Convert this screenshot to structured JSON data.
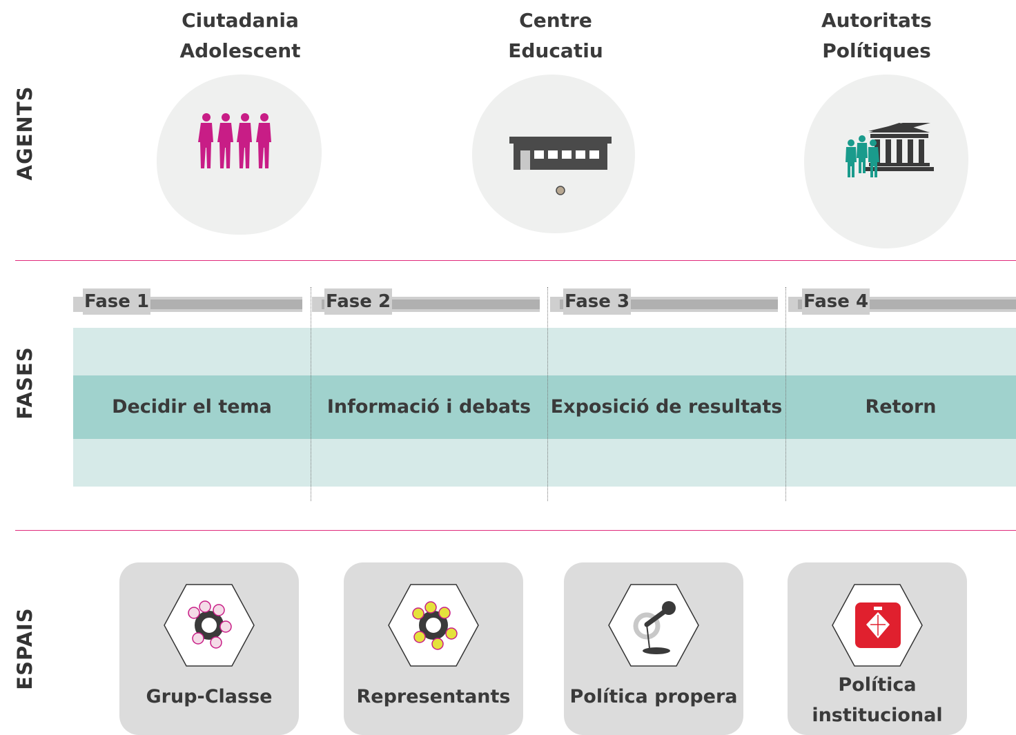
{
  "sections": {
    "agents": "AGENTS",
    "fases": "FASES",
    "espais": "ESPAIS"
  },
  "agents": [
    {
      "line1": "Ciutadania",
      "line2": "Adolescent",
      "icon": "teenagers-icon"
    },
    {
      "line1": "Centre",
      "line2": "Educatiu",
      "icon": "school-building-icon"
    },
    {
      "line1": "Autoritats",
      "line2": "Polítiques",
      "icon": "government-building-icon"
    }
  ],
  "phases": [
    {
      "label": "Fase 1",
      "name": "Decidir el tema"
    },
    {
      "label": "Fase 2",
      "name": "Informació i debats"
    },
    {
      "label": "Fase 3",
      "name": "Exposició de resultats"
    },
    {
      "label": "Fase 4",
      "name": "Retorn"
    }
  ],
  "spaces": [
    {
      "line1": "Grup-Classe",
      "line2": "",
      "icon": "group-circle-icon"
    },
    {
      "line1": "Representants",
      "line2": "",
      "icon": "representatives-circle-icon"
    },
    {
      "line1": "Política propera",
      "line2": "",
      "icon": "microphone-icon"
    },
    {
      "line1": "Política",
      "line2": "institucional",
      "icon": "city-council-emblem-icon"
    }
  ],
  "colors": {
    "accent": "#e0287a",
    "teenagers": "#c81d86",
    "authorities": "#1a9b8c",
    "band": "#a0d2cd",
    "band_light": "#d6eae8"
  }
}
